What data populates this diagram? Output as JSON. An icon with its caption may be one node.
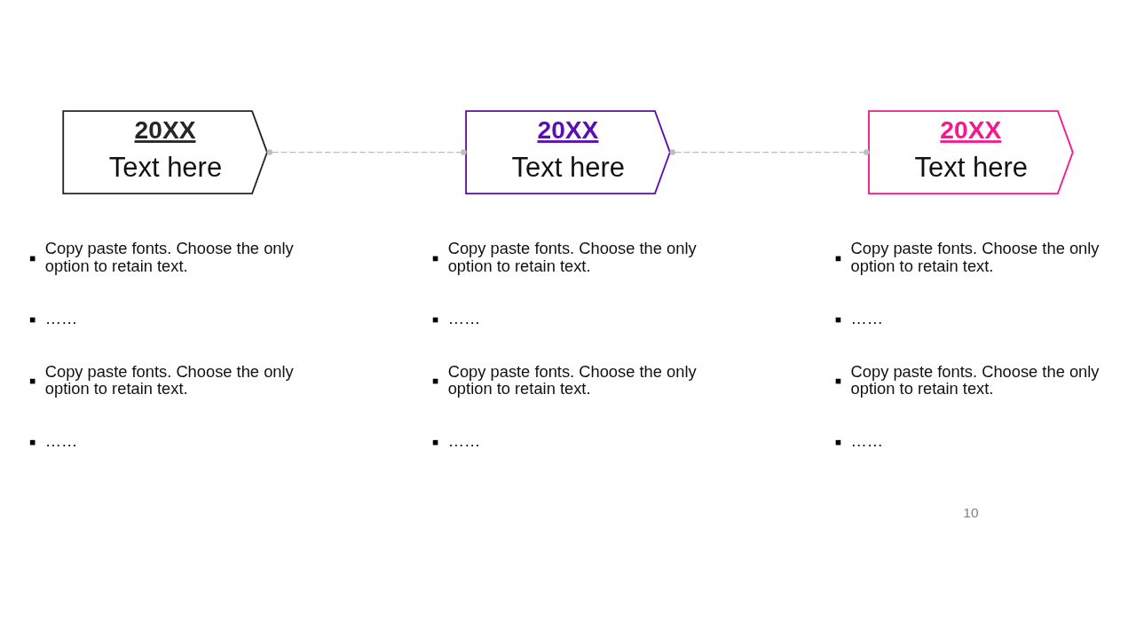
{
  "diagram": {
    "nodes": [
      {
        "text": [
          "20XX",
          "Text here"
        ],
        "beside": [
          "Copy paste fonts. Choose the only option to retain text.",
          "……",
          "Copy paste fonts. Choose the only option to retain text.",
          "……"
        ]
      },
      {
        "text": [
          "20XX",
          "Text here"
        ],
        "beside": [
          "Copy paste fonts. Choose the only option to retain text.",
          "……",
          "Copy paste fonts. Choose the only option to retain text.",
          "……"
        ]
      },
      {
        "text": [
          "20XX",
          "Text here"
        ],
        "beside": [
          "Copy paste fonts. Choose the only option to retain text.",
          "……",
          "Copy paste fonts. Choose the only option to retain text.",
          "……"
        ]
      }
    ],
    "edges": [
      {
        "from": 0,
        "to": 1,
        "arrow": "other",
        "style": "dashed"
      },
      {
        "from": 1,
        "to": 2,
        "arrow": "other",
        "style": "dashed"
      }
    ],
    "labels": [
      "10"
    ]
  }
}
